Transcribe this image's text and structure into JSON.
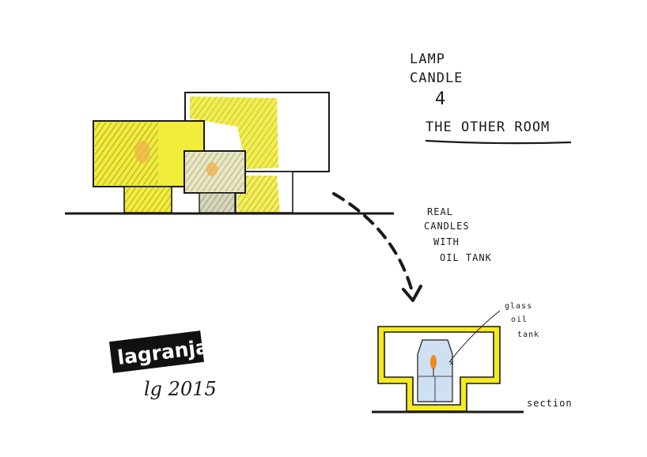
{
  "title": {
    "line1": "LAMP",
    "line2": "CANDLE",
    "line3": "4",
    "line4": "THE OTHER ROOM"
  },
  "note": {
    "line1": "REAL",
    "line2": "CANDLES",
    "line3": "WITH",
    "line4": "OIL TANK"
  },
  "callout": {
    "line1": "glass",
    "line2": "oil",
    "line3": "tank"
  },
  "section_label": "section",
  "logo": "lagranja",
  "signature": "lg 2015",
  "colors": {
    "ink": "#1a1a1a",
    "yellow": "#f4ea1f",
    "yellow_fill": "#f2ec3c",
    "olive": "#7a7a1e",
    "blue_glass": "#cfe0f2"
  }
}
